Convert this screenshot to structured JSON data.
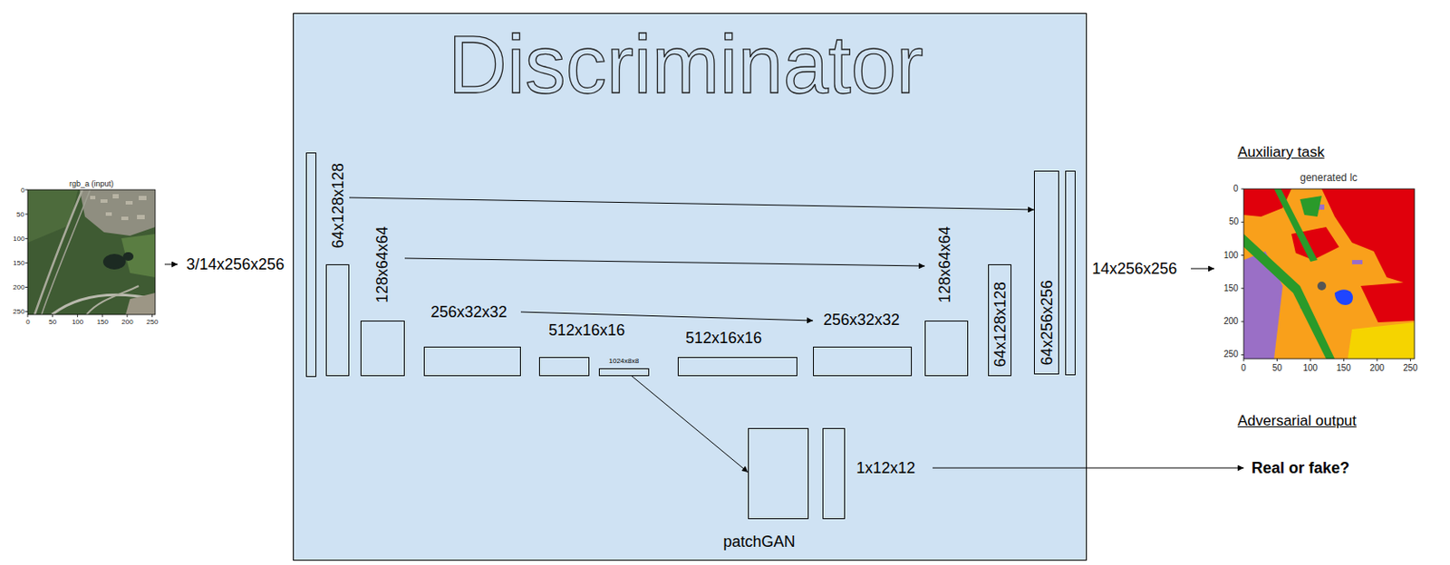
{
  "diagram": {
    "nodes": [
      {
        "text": [
          "Discriminator"
        ]
      },
      {
        "text": [
          "64x128x128"
        ],
        "in": 0
      },
      {
        "text": [
          "128x64x64"
        ],
        "in": 0
      },
      {
        "text": [
          "256x32x32"
        ],
        "in": 0
      },
      {
        "text": [
          "512x16x16"
        ],
        "in": 0
      },
      {
        "text": [
          "1024x8x8"
        ],
        "in": 0
      },
      {
        "text": [
          "512x16x16"
        ],
        "in": 0
      },
      {
        "text": [
          "256x32x32"
        ],
        "in": 0
      },
      {
        "text": [
          "128x64x64"
        ],
        "in": 0
      },
      {
        "text": [
          "64x128x128"
        ],
        "in": 0
      },
      {
        "text": [
          "64x256x256"
        ],
        "in": 0
      },
      {
        "text": [
          "patchGAN"
        ],
        "in": 0
      },
      {
        "text": [
          "1x12x12"
        ],
        "in": 0
      }
    ],
    "edges": [
      {
        "from": 1,
        "to": 10,
        "arrow": "to"
      },
      {
        "from": 2,
        "to": 8,
        "arrow": "to"
      },
      {
        "from": 3,
        "to": 7,
        "arrow": "to"
      },
      {
        "from": 5,
        "to": 11,
        "arrow": "to"
      }
    ],
    "labels": [
      "rgb_a (input)",
      "0",
      "50",
      "100",
      "150",
      "200",
      "250",
      "0",
      "50",
      "100",
      "150",
      "200",
      "250",
      "3/14x256x256",
      "14x256x256",
      "Auxiliary task",
      "generated lc",
      "0",
      "50",
      "100",
      "150",
      "200",
      "250",
      "0",
      "50",
      "100",
      "150",
      "200",
      "250",
      "Adversarial output",
      "Real or fake?"
    ]
  }
}
